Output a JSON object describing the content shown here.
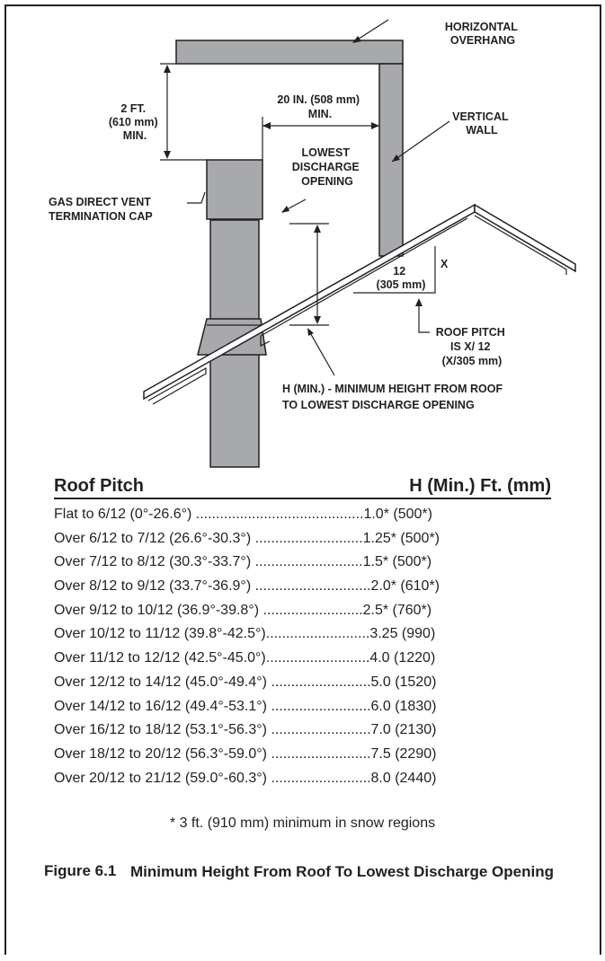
{
  "diagram": {
    "labels": {
      "overhang": [
        "HORIZONTAL",
        "OVERHANG"
      ],
      "clearance": [
        "2 FT.",
        "(610 mm)",
        "MIN."
      ],
      "wall_distance": [
        "20 IN. (508 mm)",
        "MIN."
      ],
      "vertical_wall": [
        "VERTICAL",
        "WALL"
      ],
      "lowest_opening": [
        "LOWEST",
        "DISCHARGE",
        "OPENING"
      ],
      "vent_cap": [
        "GAS DIRECT VENT",
        "TERMINATION CAP"
      ],
      "rise": "X",
      "run": [
        "12",
        "(305 mm)"
      ],
      "roof_pitch": [
        "ROOF PITCH",
        "IS  X/ 12",
        "(X/305 mm)"
      ],
      "h_min": [
        "H (MIN.) - MINIMUM HEIGHT FROM ROOF",
        "TO LOWEST DISCHARGE OPENING"
      ]
    }
  },
  "table": {
    "header_left": "Roof Pitch",
    "header_right": "H (Min.) Ft. (mm)",
    "rows": [
      "Flat to 6/12 (0°-26.6°) ..........................................1.0* (500*)",
      "Over 6/12 to 7/12 (26.6°-30.3°) ...........................1.25* (500*)",
      "Over 7/12 to 8/12 (30.3°-33.7°)  ...........................1.5* (500*)",
      "Over 8/12 to 9/12 (33.7°-36.9°) .............................2.0* (610*)",
      "Over 9/12 to 10/12 (36.9°-39.8°)  .........................2.5* (760*)",
      "Over 10/12 to 11/12 (39.8°-42.5°)..........................3.25 (990)",
      "Over 11/12 to 12/12 (42.5°-45.0°)..........................4.0 (1220)",
      "Over 12/12 to 14/12 (45.0°-49.4°) .........................5.0 (1520)",
      "Over 14/12 to 16/12 (49.4°-53.1°) .........................6.0 (1830)",
      "Over 16/12 to 18/12 (53.1°-56.3°) .........................7.0 (2130)",
      "Over 18/12 to 20/12 (56.3°-59.0°) .........................7.5 (2290)",
      "Over 20/12 to 21/12 (59.0°-60.3°) .........................8.0 (2440)"
    ]
  },
  "note": "* 3 ft. (910 mm) minimum in snow regions",
  "caption": {
    "number": "Figure 6.1",
    "text": "Minimum Height From Roof To Lowest Discharge Opening"
  }
}
